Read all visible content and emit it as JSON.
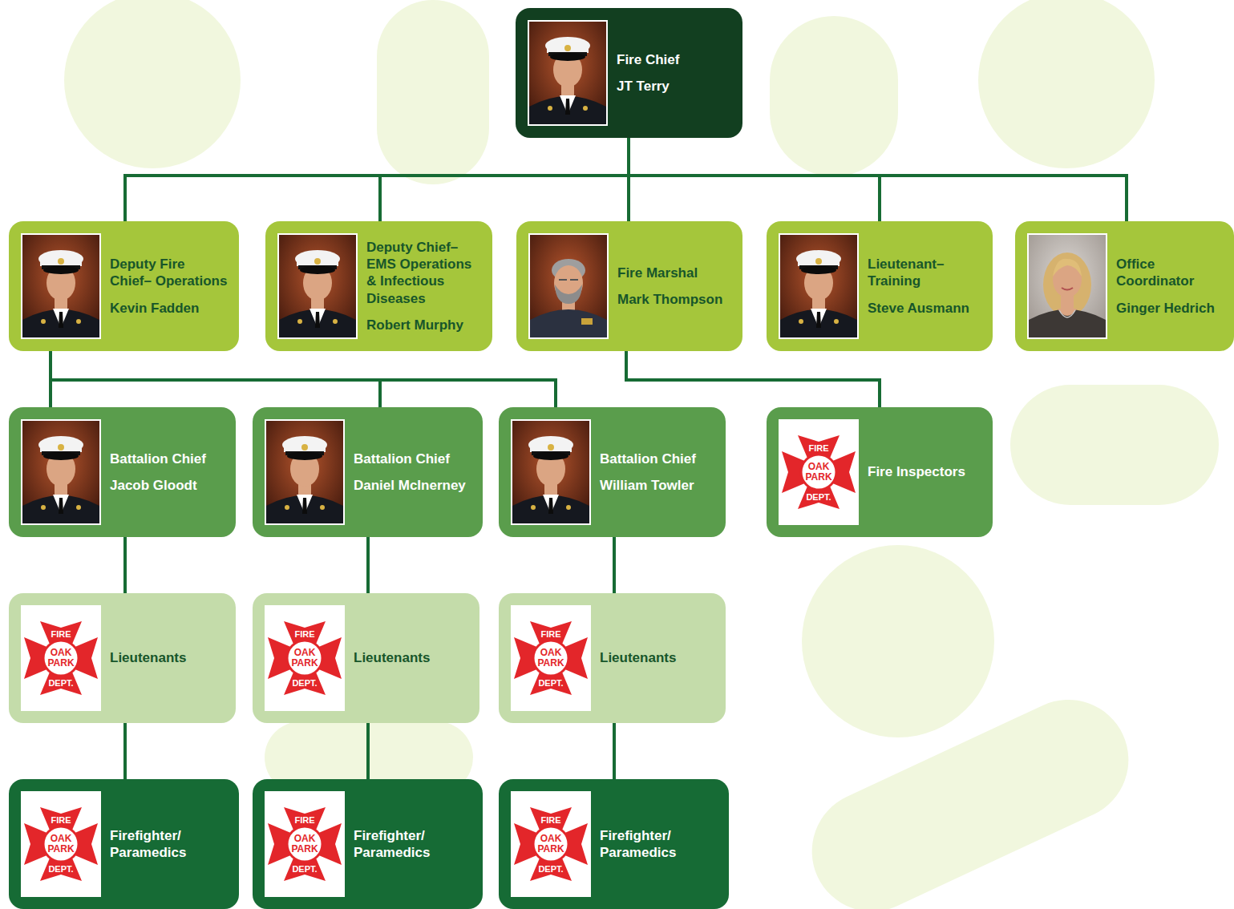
{
  "diagram": {
    "nodes": [
      {
        "text": [
          "Fire Chief",
          "JT Terry"
        ]
      },
      {
        "text": [
          "Deputy Fire Chief– Operations",
          "Kevin Fadden"
        ]
      },
      {
        "text": [
          "Deputy Chief– EMS Operations & Infectious Diseases",
          "Robert Murphy"
        ]
      },
      {
        "text": [
          "Fire Marshal",
          "Mark Thompson"
        ]
      },
      {
        "text": [
          "Lieutenant– Training",
          "Steve Ausmann"
        ]
      },
      {
        "text": [
          "Office Coordinator",
          "Ginger Hedrich"
        ]
      },
      {
        "text": [
          "Battalion Chief",
          "Jacob Gloodt"
        ]
      },
      {
        "text": [
          "Battalion Chief",
          "Daniel McInerney"
        ]
      },
      {
        "text": [
          "Battalion Chief",
          "William Towler"
        ]
      },
      {
        "text": [
          "Fire Inspectors"
        ]
      },
      {
        "text": [
          "Lieutenants"
        ]
      },
      {
        "text": [
          "Lieutenants"
        ]
      },
      {
        "text": [
          "Lieutenants"
        ]
      },
      {
        "text": [
          "Firefighter/ Paramedics"
        ]
      },
      {
        "text": [
          "Firefighter/ Paramedics"
        ]
      },
      {
        "text": [
          "Firefighter/ Paramedics"
        ]
      }
    ],
    "edges": [
      {
        "from": 0,
        "to": 1,
        "arrow": "none"
      },
      {
        "from": 0,
        "to": 2,
        "arrow": "none"
      },
      {
        "from": 0,
        "to": 3,
        "arrow": "none"
      },
      {
        "from": 0,
        "to": 4,
        "arrow": "none"
      },
      {
        "from": 0,
        "to": 5,
        "arrow": "none"
      },
      {
        "from": 1,
        "to": 6,
        "arrow": "none"
      },
      {
        "from": 1,
        "to": 7,
        "arrow": "none"
      },
      {
        "from": 1,
        "to": 8,
        "arrow": "none"
      },
      {
        "from": 3,
        "to": 9,
        "arrow": "none"
      },
      {
        "from": 6,
        "to": 10,
        "arrow": "none"
      },
      {
        "from": 7,
        "to": 11,
        "arrow": "none"
      },
      {
        "from": 8,
        "to": 12,
        "arrow": "none"
      },
      {
        "from": 10,
        "to": 13,
        "arrow": "none"
      },
      {
        "from": 11,
        "to": 14,
        "arrow": "none"
      },
      {
        "from": 12,
        "to": 15,
        "arrow": "none"
      }
    ],
    "labels": [
      "FIRE",
      "OAK PARK",
      "DEPT.",
      "FIRE",
      "OAK PARK",
      "DEPT.",
      "FIRE",
      "OAK PARK",
      "DEPT.",
      "FIRE",
      "OAK PARK",
      "DEPT.",
      "FIRE",
      "OAK PARK",
      "DEPT.",
      "FIRE",
      "OAK PARK",
      "DEPT.",
      "FIRE",
      "OAK PARK",
      "DEPT."
    ]
  }
}
